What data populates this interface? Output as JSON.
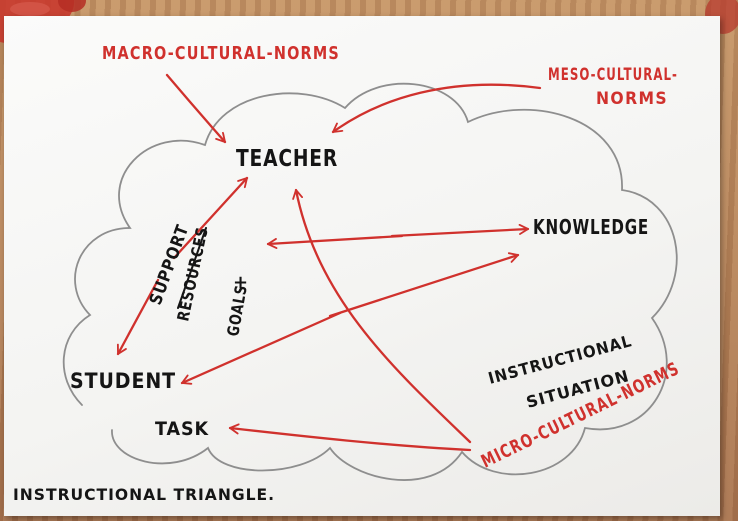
{
  "labels": {
    "macro_norms": "MACRO-CULTURAL-NORMS",
    "meso_norms_line1": "MESO-CULTURAL-",
    "meso_norms_line2": "NORMS",
    "teacher": "TEACHER",
    "knowledge": "KNOWLEDGE",
    "student": "STUDENT",
    "task": "TASK",
    "support": "SUPPORT",
    "resources": "RESOURCES",
    "plus": "+",
    "goals": "GOALS",
    "situation_line1": "INSTRUCTIONAL",
    "situation_line2": "SITUATION",
    "micro_norms": "MICRO-CULTURAL-NORMS",
    "caption": "INSTRUCTIONAL TRIANGLE."
  },
  "colors": {
    "red_ink": "#d0312d",
    "black_ink": "#151515",
    "pencil": "#8e8e8e"
  }
}
